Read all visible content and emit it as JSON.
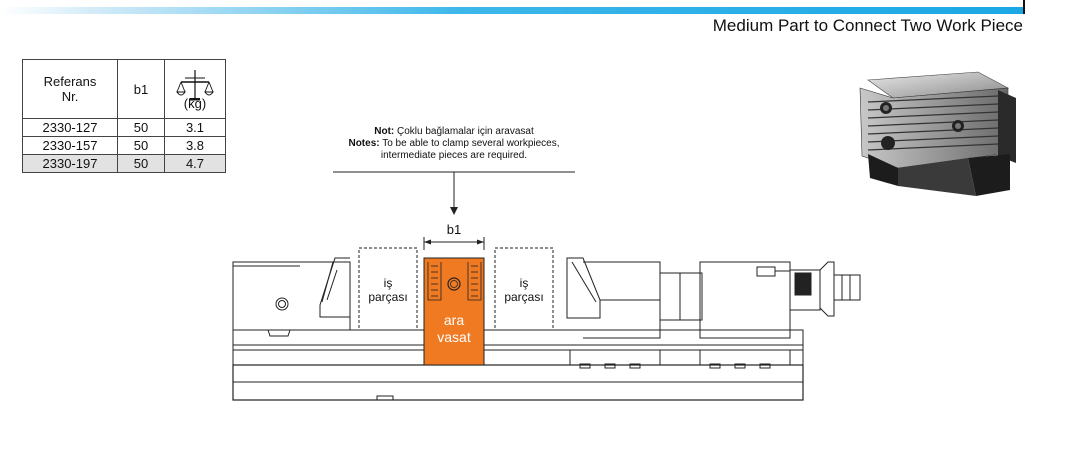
{
  "header": {
    "subtitle": "Medium Part to Connect Two Work Piece"
  },
  "table": {
    "col_ref_line1": "Referans",
    "col_ref_line2": "Nr.",
    "col_b1": "b1",
    "col_weight_unit": "(kg)",
    "weight_icon": "scale-icon",
    "rows": [
      {
        "ref": "2330-127",
        "b1": "50",
        "kg": "3.1"
      },
      {
        "ref": "2330-157",
        "b1": "50",
        "kg": "3.8"
      },
      {
        "ref": "2330-197",
        "b1": "50",
        "kg": "4.7"
      }
    ]
  },
  "note": {
    "tr_label": "Not:",
    "tr_text": "Çoklu bağlamalar için aravasat",
    "en_label": "Notes:",
    "en_text_line1": "To be able to clamp several workpieces,",
    "en_text_line2": "intermediate pieces are required."
  },
  "diagram": {
    "dimension_label": "b1",
    "workpiece_left_line1": "iş",
    "workpiece_left_line2": "parçası",
    "workpiece_right_line1": "iş",
    "workpiece_right_line2": "parçası",
    "spacer_line1": "ara",
    "spacer_line2": "vasat",
    "spacer_color": "#f07a22"
  },
  "photo": {
    "icon": "vise-spacer-photo"
  }
}
